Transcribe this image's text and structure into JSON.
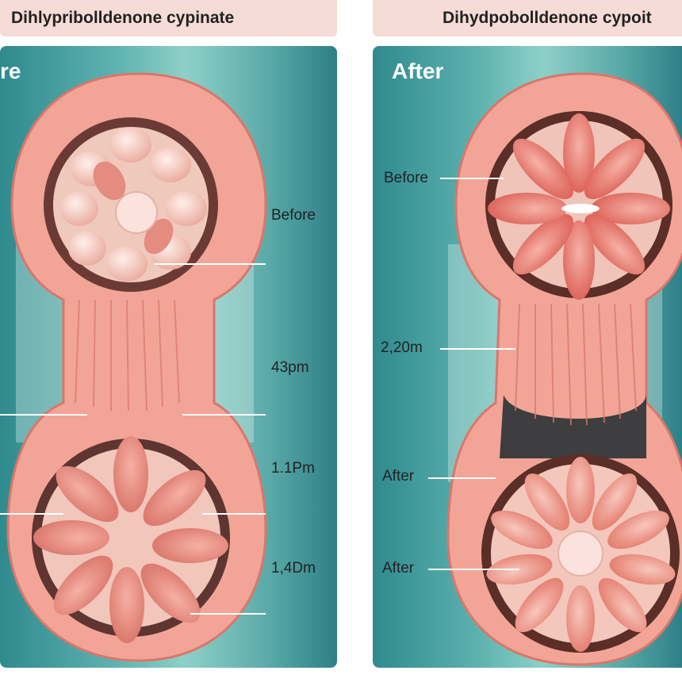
{
  "left": {
    "title": "Dihlypribolldenone cypinate",
    "heading": "re",
    "labels": {
      "before": "Before",
      "m1": "43pm",
      "m2": "1.1Pm",
      "m3": "1,4Dm"
    }
  },
  "right": {
    "title": "Dihydpobolldenone  cypoit",
    "heading": "After",
    "labels": {
      "before": "Before",
      "m1": "2,20m",
      "after1": "After",
      "after2": "After"
    }
  },
  "colors": {
    "title_bg": "#f6dcd6",
    "panel_teal": "#2f8a8e",
    "tissue_pink": "#ef9a8c",
    "tissue_outline": "#d9776b",
    "cell_fill": "#f4c9c0",
    "muscle_red": "#d9534f"
  }
}
